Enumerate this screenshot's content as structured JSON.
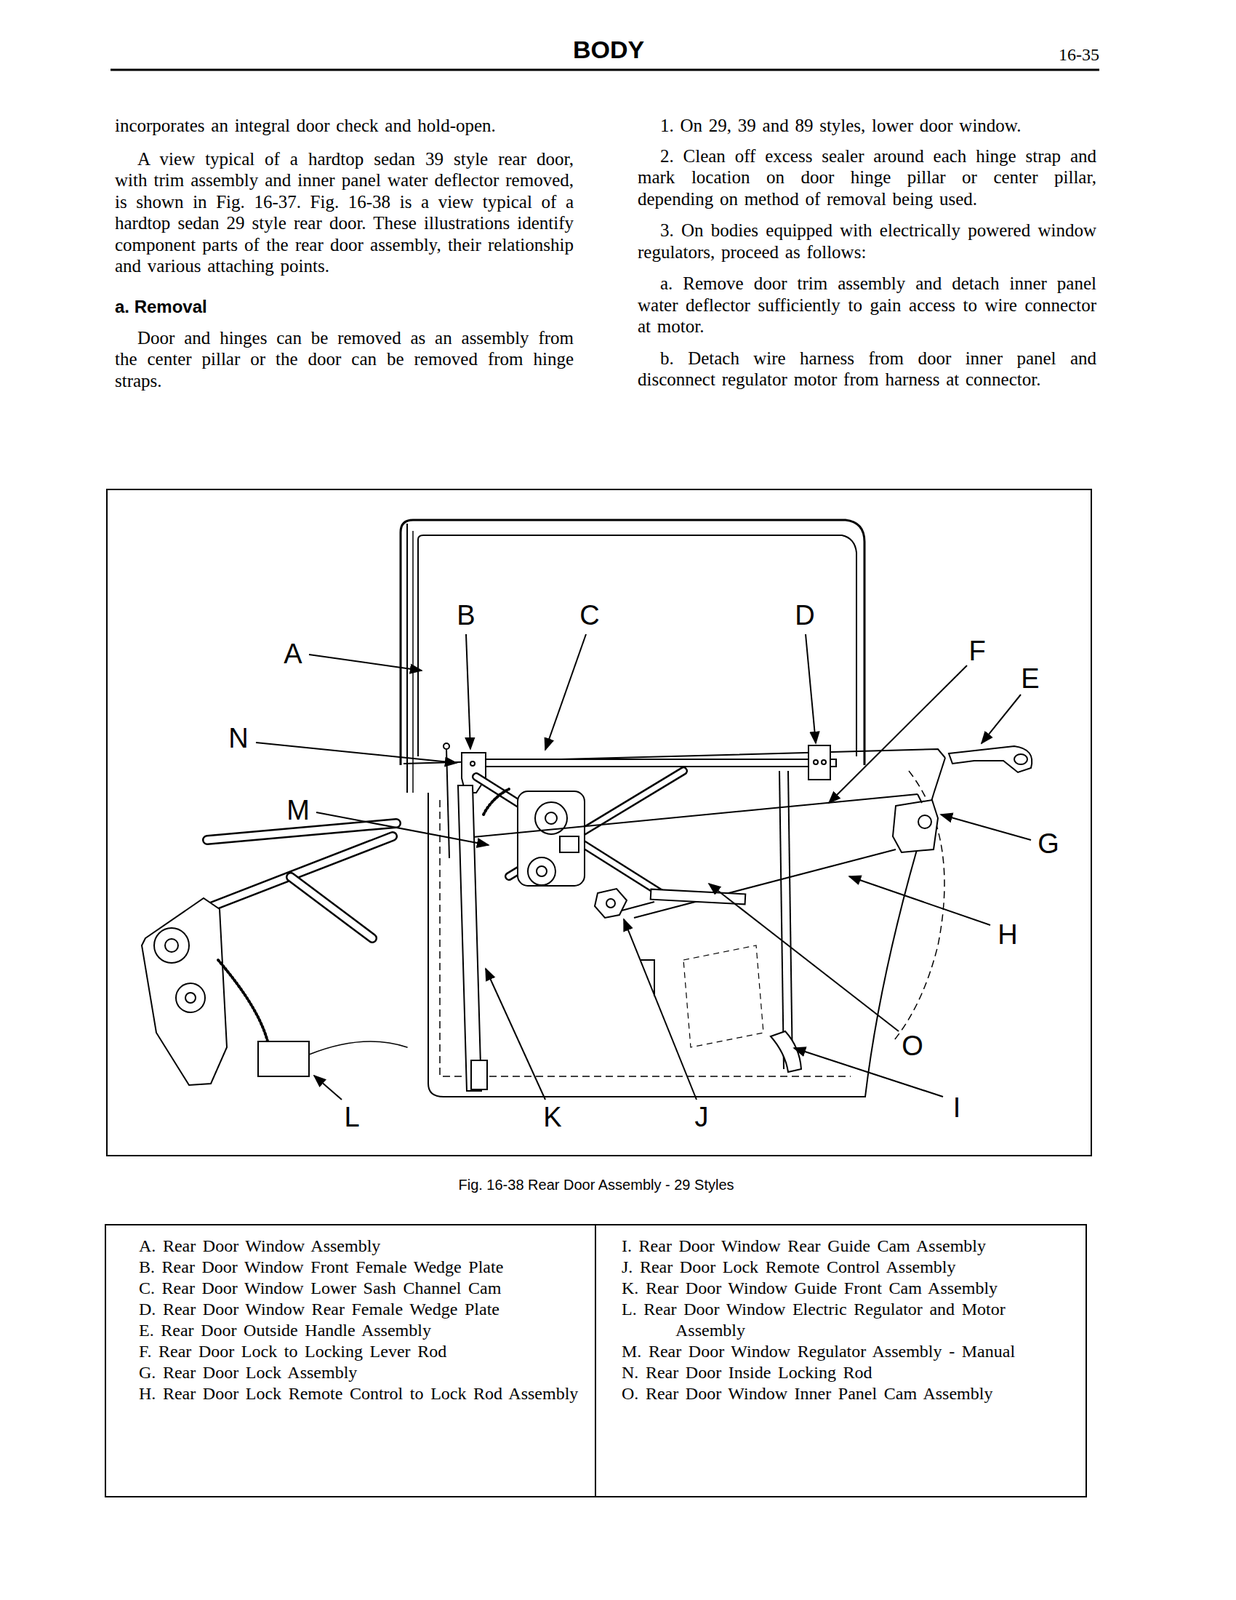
{
  "diagram": {
    "title": "BODY",
    "caption": "Fig. 16-38 Rear Door Assembly - 29 Styles",
    "nodes": [
      {
        "text": [
          "A. Rear Door Window Assembly",
          "B. Rear Door Window Front Female Wedge Plate",
          "C. Rear Door Window Lower Sash Channel Cam",
          "D. Rear Door Window Rear Female Wedge Plate",
          "E. Rear Door Outside Handle Assembly",
          "F. Rear Door Lock to Locking Lever Rod",
          "G. Rear Door Lock Assembly",
          "H. Rear Door Lock Remote Control to Lock Rod Assembly"
        ]
      },
      {
        "text": [
          "I. Rear Door Window Rear Guide Cam Assembly",
          "J. Rear Door Lock Remote Control Assembly",
          "K. Rear Door Window Guide Front Cam Assembly",
          "L. Rear Door Window Electric Regulator and Motor Assembly",
          "M. Rear Door Window Regulator Assembly - Manual",
          "N. Rear Door Inside Locking Rod",
          "O. Rear Door Window Inner Panel Cam Assembly"
        ]
      }
    ],
    "labels": [
      "16-35",
      "incorporates an integral door check and hold-open.",
      "A view typical of a hardtop sedan 39 style rear door, with trim assembly and inner panel water deflector removed, is shown in Fig. 16-37. Fig. 16-38 is a view typical of a hardtop sedan 29 style rear door. These illustrations identify component parts of the rear door assembly, their relationship and various attaching points.",
      "a. Removal",
      "Door and hinges can be removed as an assembly from the center pillar or the door can be removed from hinge straps.",
      "1. On 29, 39 and 89 styles, lower door window.",
      "2. Clean off excess sealer around each hinge strap and mark location on door hinge pillar or center pillar, depending on method of removal being used.",
      "3. On bodies equipped with electrically powered window regulators, proceed as follows:",
      "a. Remove door trim assembly and detach inner panel water deflector sufficiently to gain access to wire connector at motor.",
      "b. Detach wire harness from door inner panel and disconnect regulator motor from harness at connector.",
      "A",
      "B",
      "C",
      "D",
      "E",
      "F",
      "G",
      "H",
      "I",
      "J",
      "K",
      "L",
      "M",
      "N",
      "O"
    ]
  }
}
